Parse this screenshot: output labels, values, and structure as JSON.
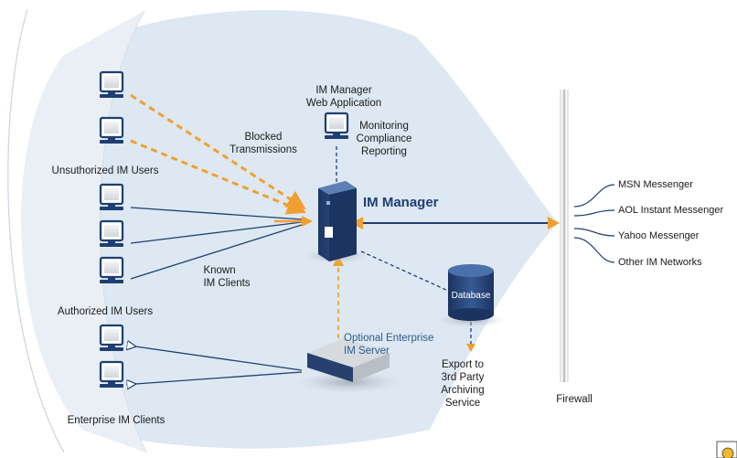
{
  "diagram": {
    "im_manager": {
      "title": "IM Manager"
    },
    "web_app": {
      "line1": "IM Manager",
      "line2": "Web Application"
    },
    "monitoring": {
      "line1": "Monitoring",
      "line2": "Compliance",
      "line3": "Reporting"
    },
    "blocked": {
      "line1": "Blocked",
      "line2": "Transmissions"
    },
    "known_clients": {
      "line1": "Known",
      "line2": "IM Clients"
    },
    "unauthorized_users": {
      "label": "Unsuthorized IM Users"
    },
    "authorized_users": {
      "label": "Authorized IM Users"
    },
    "enterprise_clients": {
      "label": "Enterprise IM Clients"
    },
    "enterprise_server": {
      "line1": "Optional Enterprise",
      "line2": "IM Server"
    },
    "database": {
      "label": "Database"
    },
    "export": {
      "line1": "Export to",
      "line2": "3rd Party",
      "line3": "Archiving",
      "line4": "Service"
    },
    "firewall": {
      "label": "Firewall"
    },
    "networks": [
      "MSN Messenger",
      "AOL Instant Messenger",
      "Yahoo Messenger",
      "Other IM Networks"
    ]
  },
  "colors": {
    "zone_fill": "#dde8f2",
    "zone_edge": "#c8d5e2",
    "blocked_arrow": "#f0a030",
    "connection": "#1f3f72",
    "server_blue": "#27406e"
  },
  "icons": [
    "computer-monitor-icon",
    "server-tower-icon",
    "database-cylinder-icon",
    "enterprise-server-icon",
    "firewall-icon"
  ]
}
